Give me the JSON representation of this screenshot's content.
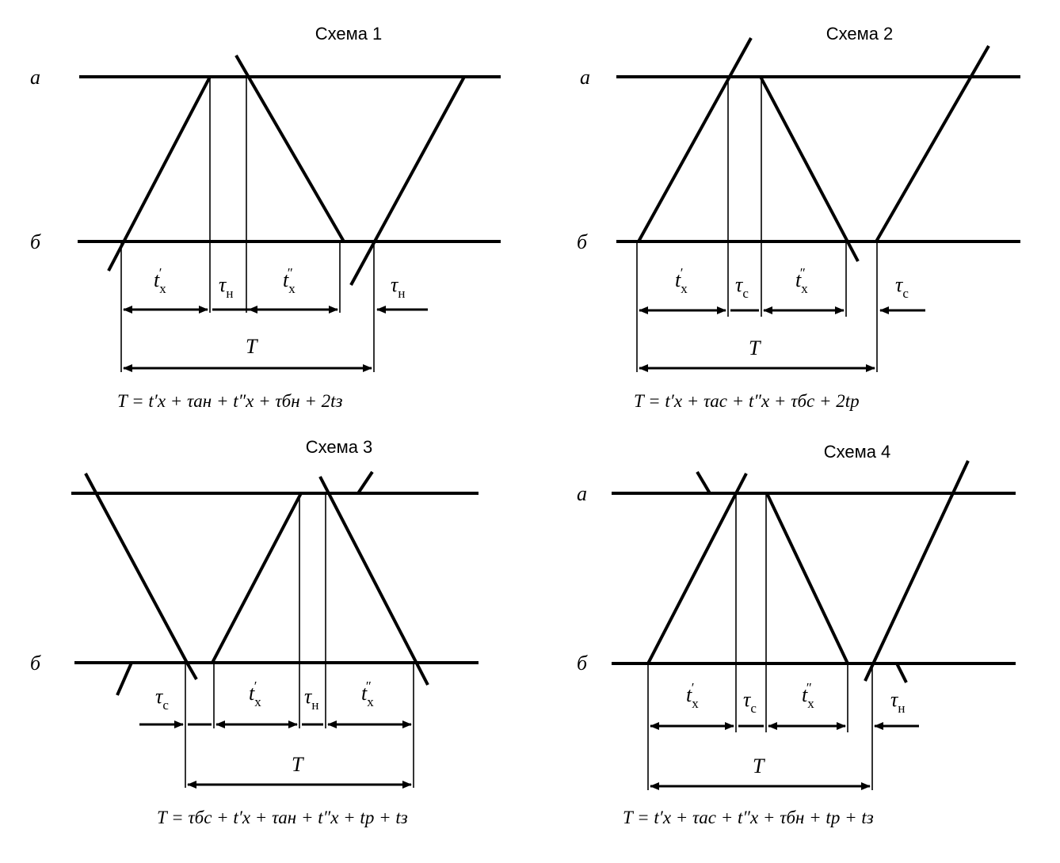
{
  "schemes": [
    {
      "title": "Схема 1",
      "row_a": "а",
      "row_b": "б",
      "labels": {
        "tx1": "t",
        "tn1": "τ",
        "tx2": "t",
        "tn2": "τ",
        "T": "T"
      },
      "subs": {
        "x": "x",
        "n": "н"
      },
      "formula": "T = t′x + τaн + t″x + τбн + 2tз"
    },
    {
      "title": "Схема 2",
      "row_a": "а",
      "row_b": "б",
      "labels": {
        "tx1": "t",
        "tn1": "τ",
        "tx2": "t",
        "tn2": "τ",
        "T": "T"
      },
      "subs": {
        "x": "x",
        "n": "c"
      },
      "formula": "T = t′x + τac + t″x + τбc + 2tр"
    },
    {
      "title": "Схема 3",
      "row_a": "",
      "row_b": "б",
      "labels": {
        "tc": "τ",
        "tx1": "t",
        "tn": "τ",
        "tx2": "t",
        "T": "T"
      },
      "subs": {
        "x": "x",
        "c": "c",
        "n": "н"
      },
      "formula": "T = τбc + t′x + τaн + t″x + tр + tз"
    },
    {
      "title": "Схема 4",
      "row_a": "а",
      "row_b": "б",
      "labels": {
        "tx1": "t",
        "tc": "τ",
        "tx2": "t",
        "tn": "τ",
        "T": "T"
      },
      "subs": {
        "x": "x",
        "c": "c",
        "n": "н"
      },
      "formula": "T = t′x + τac + t″x + τбн + tр + tз"
    }
  ]
}
